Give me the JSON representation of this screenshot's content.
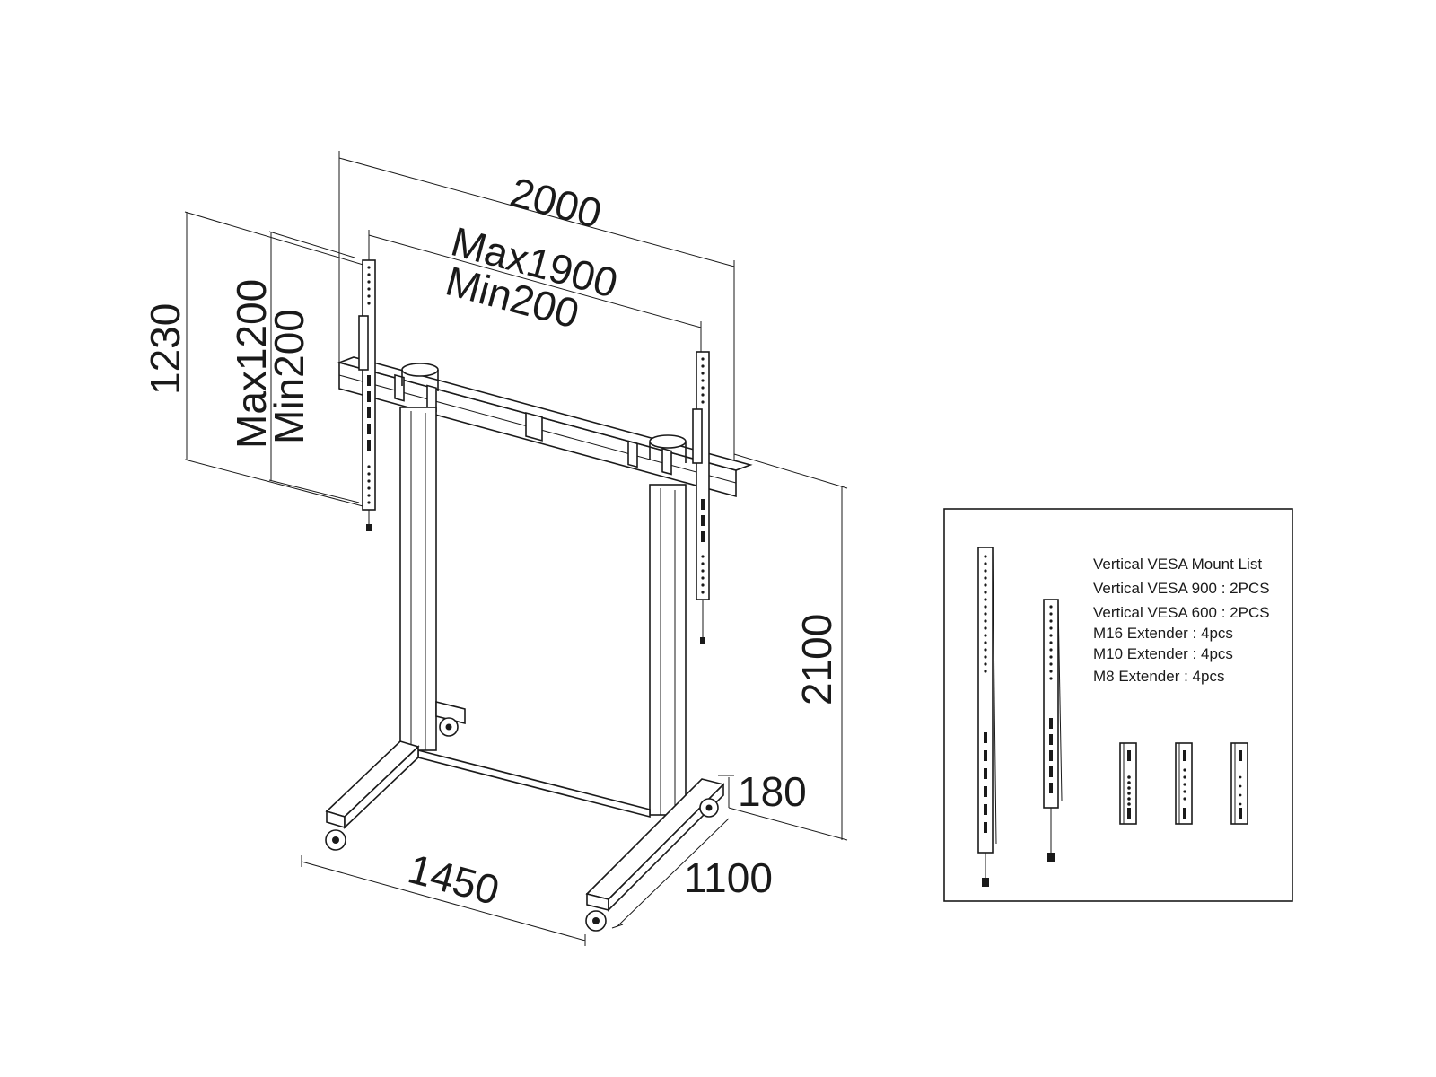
{
  "dimensions": {
    "overall_width": "2000",
    "vesa_horizontal_max": "Max1900",
    "vesa_horizontal_min": "Min200",
    "bracket_height": "1230",
    "vesa_vertical_max": "Max1200",
    "vesa_vertical_min": "Min200",
    "overall_height": "2100",
    "caster_height": "180",
    "base_width": "1450",
    "base_depth": "1100"
  },
  "mount_list": {
    "title": "Vertical VESA Mount List",
    "items": [
      "Vertical VESA 900 : 2PCS",
      "Vertical VESA 600 : 2PCS",
      "M16 Extender : 4pcs",
      "M10 Extender : 4pcs",
      "M8 Extender : 4pcs"
    ]
  }
}
